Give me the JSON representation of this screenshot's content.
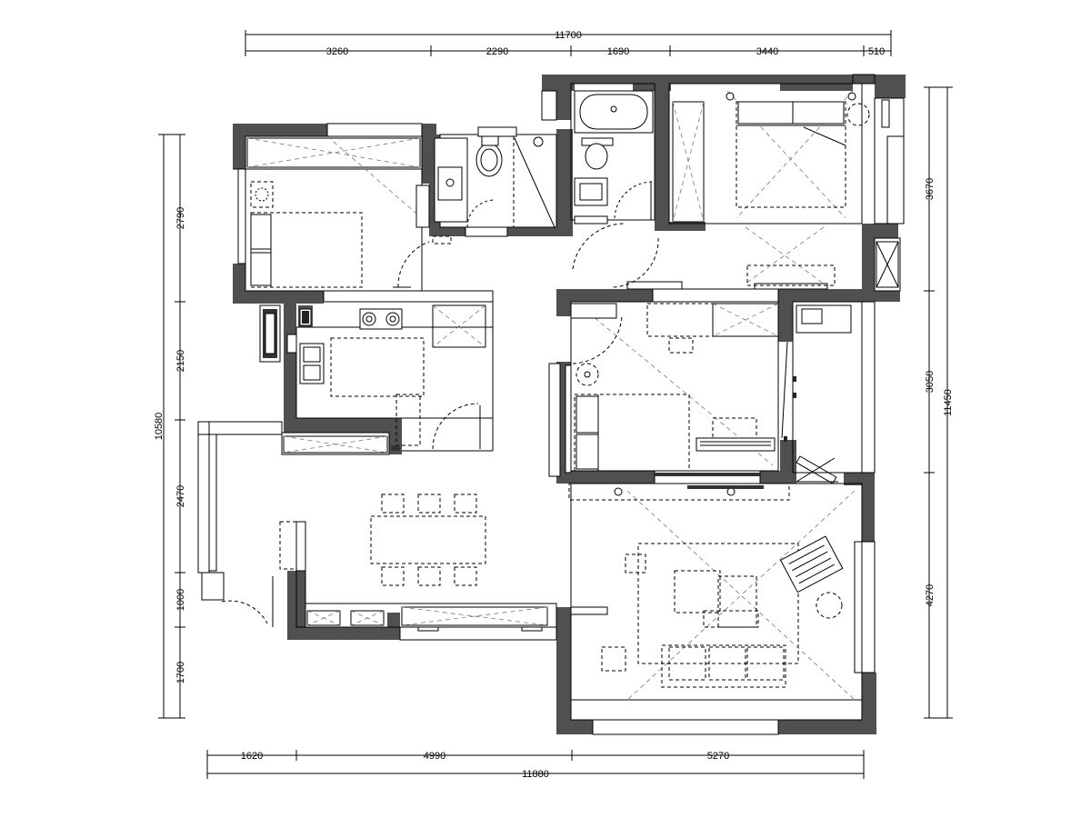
{
  "plan": {
    "top_dims": {
      "overall": "11700",
      "segments": [
        "3260",
        "2290",
        "1690",
        "3440",
        "510"
      ]
    },
    "bottom_dims": {
      "overall": "11880",
      "segments": [
        "1620",
        "4990",
        "5270"
      ]
    },
    "left_dims": {
      "overall": "10580",
      "segments": [
        "2790",
        "2150",
        "2470",
        "1000",
        "1700"
      ]
    },
    "right_dims": {
      "overall": "11450",
      "segments": [
        "3670",
        "3050",
        "4270"
      ]
    }
  },
  "colors": {
    "wall": "#505050",
    "line": "#000000",
    "background": "#ffffff"
  }
}
